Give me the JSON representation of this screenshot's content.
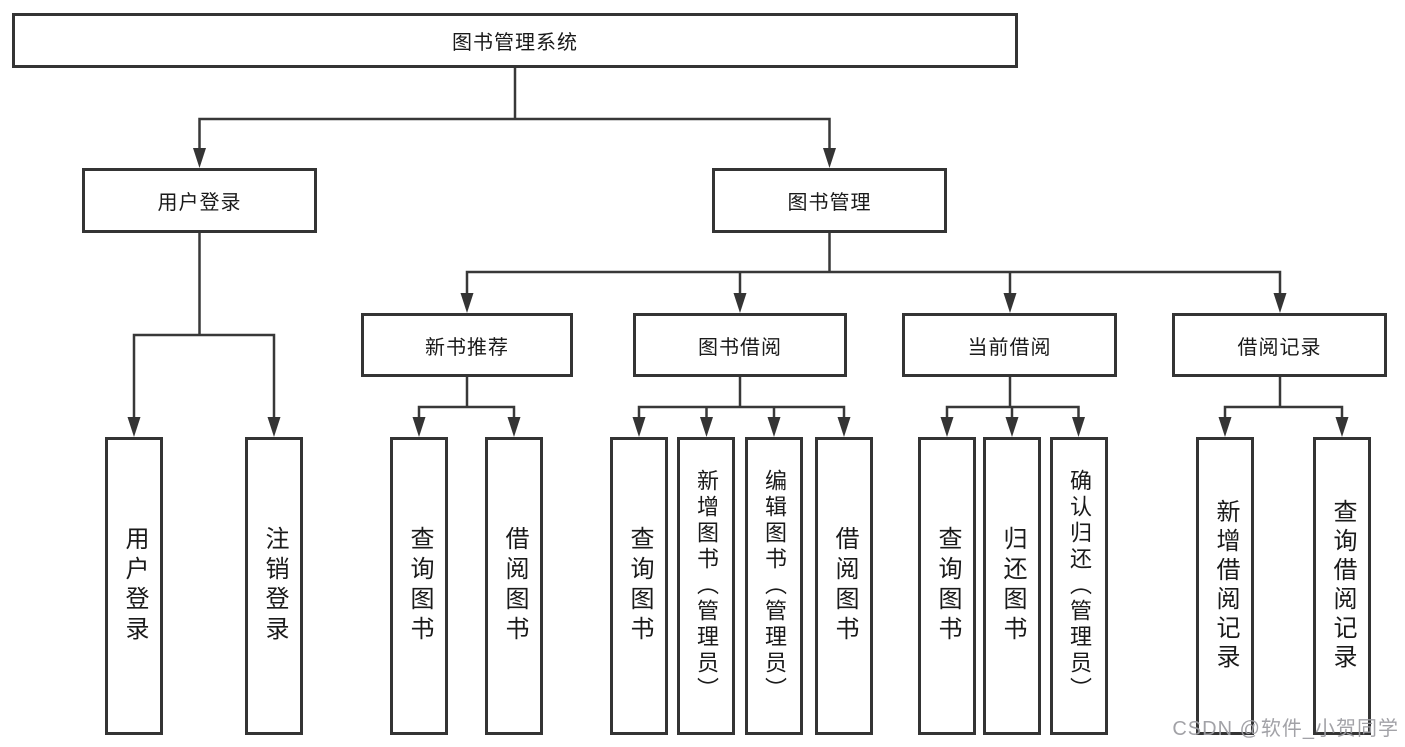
{
  "colors": {
    "background": "#ffffff",
    "line": "#383838",
    "box_border": "#343434",
    "text": "#1a1a1a",
    "watermark": "#9e9ea3"
  },
  "watermark": {
    "text": "CSDN @软件_小贺同学"
  },
  "nodes": {
    "root": {
      "label": "图书管理系统"
    },
    "user_login": {
      "label": "用户登录"
    },
    "book_management": {
      "label": "图书管理"
    },
    "new_book_recommend": {
      "label": "新书推荐"
    },
    "book_borrowing": {
      "label": "图书借阅"
    },
    "current_borrowing": {
      "label": "当前借阅"
    },
    "borrow_records": {
      "label": "借阅记录"
    },
    "leaf_user_login": {
      "label": "用户登录"
    },
    "leaf_logout": {
      "label": "注销登录"
    },
    "leaf_nbr_query_books": {
      "label": "查询图书"
    },
    "leaf_nbr_borrow_books": {
      "label": "借阅图书"
    },
    "leaf_bb_query_books": {
      "label": "查询图书"
    },
    "leaf_bb_add_books": {
      "label": "新增图书（管理员）"
    },
    "leaf_bb_edit_books": {
      "label": "编辑图书（管理员）"
    },
    "leaf_bb_borrow_books": {
      "label": "借阅图书"
    },
    "leaf_cb_query_books": {
      "label": "查询图书"
    },
    "leaf_cb_return_books": {
      "label": "归还图书"
    },
    "leaf_cb_confirm_return": {
      "label": "确认归还（管理员）"
    },
    "leaf_br_add_record": {
      "label": "新增借阅记录"
    },
    "leaf_br_query_record": {
      "label": "查询借阅记录"
    }
  },
  "hierarchy": {
    "图书管理系统": [
      "用户登录",
      "图书管理"
    ],
    "用户登录": [
      "用户登录",
      "注销登录"
    ],
    "图书管理": [
      "新书推荐",
      "图书借阅",
      "当前借阅",
      "借阅记录"
    ],
    "新书推荐": [
      "查询图书",
      "借阅图书"
    ],
    "图书借阅": [
      "查询图书",
      "新增图书（管理员）",
      "编辑图书（管理员）",
      "借阅图书"
    ],
    "当前借阅": [
      "查询图书",
      "归还图书",
      "确认归还（管理员）"
    ],
    "借阅记录": [
      "新增借阅记录",
      "查询借阅记录"
    ]
  }
}
